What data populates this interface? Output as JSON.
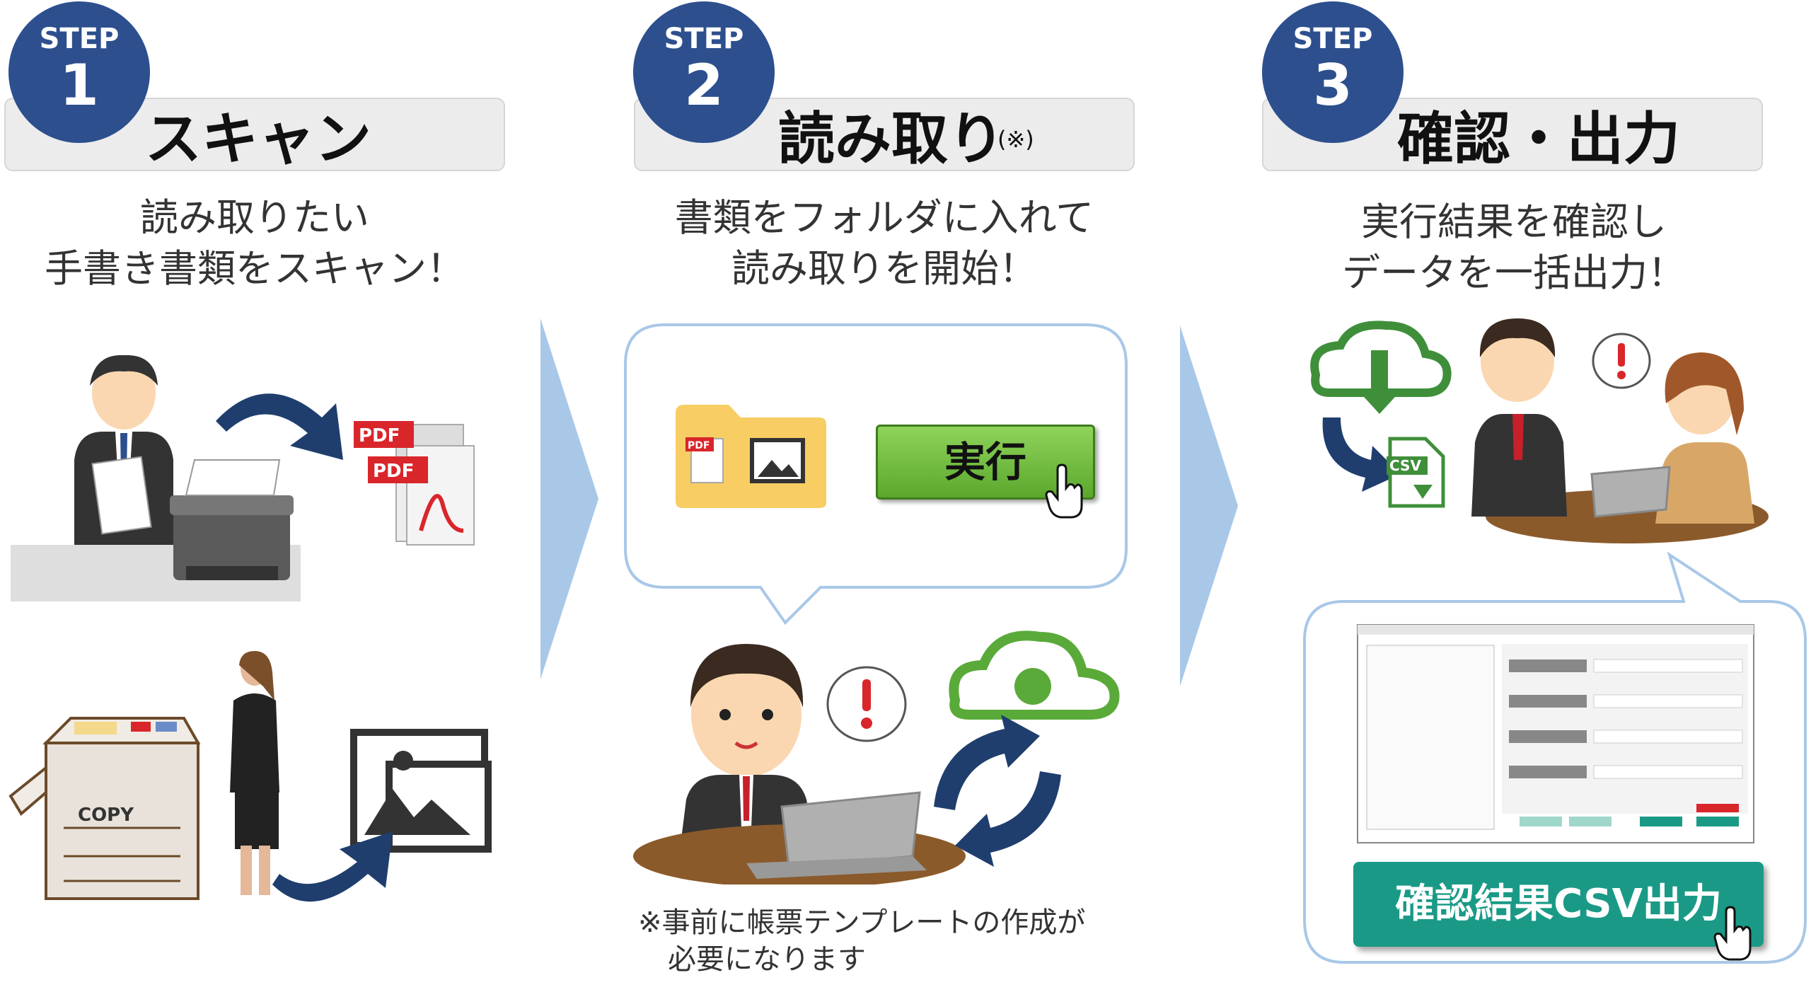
{
  "steps": [
    {
      "step_label": "STEP",
      "number": "1",
      "title": "スキャン",
      "title_note": "",
      "lines": [
        "読み取りたい",
        "手書き書類をスキャン！"
      ]
    },
    {
      "step_label": "STEP",
      "number": "2",
      "title": "読み取り",
      "title_note": "(※)",
      "lines": [
        "書類をフォルダに入れて",
        "読み取りを開始！"
      ]
    },
    {
      "step_label": "STEP",
      "number": "3",
      "title": "確認・出力",
      "title_note": "",
      "lines": [
        "実行結果を確認し",
        "データを一括出力！"
      ]
    }
  ],
  "step1": {
    "pdf_label": "PDF",
    "copier_label": "COPY"
  },
  "step2": {
    "pdf_label": "PDF",
    "execute_button": "実行",
    "note_lines": [
      "※事前に帳票テンプレートの作成が",
      "必要になります"
    ]
  },
  "step3": {
    "csv_label": "CSV",
    "confirm_button": "確認結果CSV出力"
  },
  "colors": {
    "badge": "#2d4f8e",
    "arrow": "#a9c8e8",
    "green_button": "#6cbf3a",
    "teal_button": "#1a9a86"
  }
}
